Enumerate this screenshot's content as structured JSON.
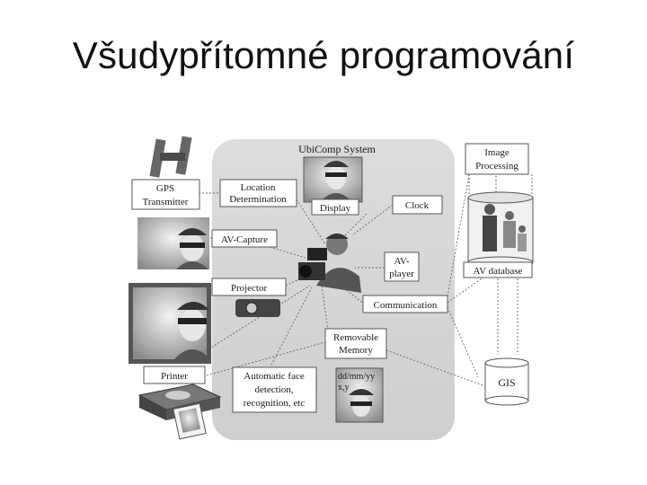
{
  "slide": {
    "title": "Všudypřítomné programování"
  },
  "diagram": {
    "system_label": "UbiComp System",
    "nodes": {
      "gps_line1": "GPS",
      "gps_line2": "Transmitter",
      "location_line1": "Location",
      "location_line2": "Determination",
      "display": "Display",
      "clock": "Clock",
      "image_processing_line1": "Image",
      "image_processing_line2": "Processing",
      "av_capture": "AV-Capture",
      "av_player_line1": "AV-",
      "av_player_line2": "player",
      "av_database": "AV database",
      "projector": "Projector",
      "communication": "Communication",
      "removable_memory_line1": "Removable",
      "removable_memory_line2": "Memory",
      "printer": "Printer",
      "face_line1": "Automatic face",
      "face_line2": "detection,",
      "face_line3": "recognition, etc",
      "photo_date_line1": "dd/mm/yy",
      "photo_date_line2": "x,y",
      "gis": "GIS"
    }
  }
}
